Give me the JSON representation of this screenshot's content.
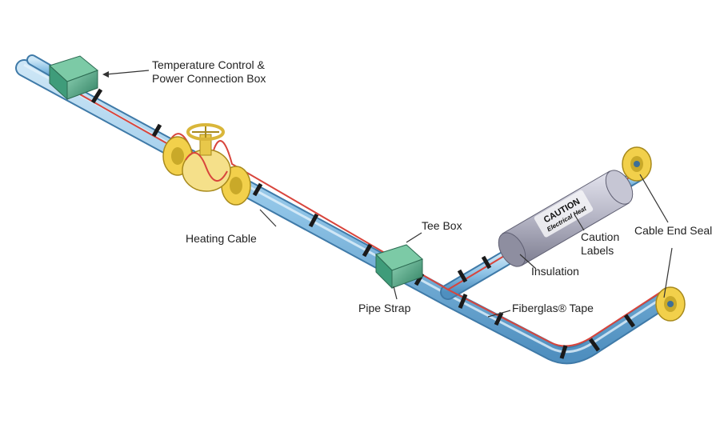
{
  "labels": {
    "temperature_control_line1": "Temperature Control &",
    "temperature_control_line2": "Power Connection Box",
    "tee_box": "Tee Box",
    "heating_cable": "Heating Cable",
    "pipe_strap": "Pipe Strap",
    "caution_labels_line1": "Caution",
    "caution_labels_line2": "Labels",
    "insulation": "Insulation",
    "cable_end_seal": "Cable End Seal",
    "fiberglas_tape": "Fiberglas® Tape"
  },
  "caution_label": {
    "title": "CAUTION",
    "subtitle": "Electrical Heat"
  },
  "colors": {
    "pipe": "#8ec3e6",
    "pipe_dark": "#4f8fbf",
    "heating_cable": "#d8453c",
    "box_green": "#3f9c7a",
    "flange_yellow": "#f2d04b",
    "insulation_gray": "#a9a9b8",
    "strap_black": "#1a1a1a"
  }
}
